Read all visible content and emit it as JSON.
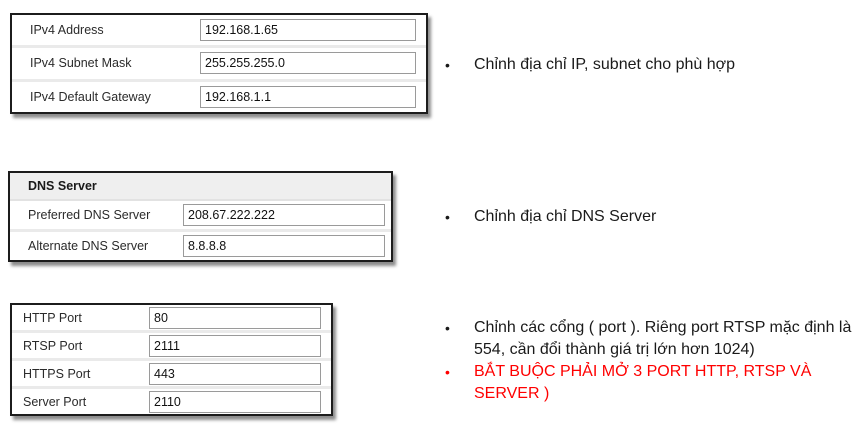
{
  "ui": {
    "bullet_glyph": "•"
  },
  "colors": {
    "warning_text": "#ff0000",
    "panel_border": "#1c1c1c",
    "header_background": "#efefef"
  },
  "panels": {
    "ipv4": {
      "rows": [
        {
          "label": "IPv4 Address",
          "value": "192.168.1.65"
        },
        {
          "label": "IPv4 Subnet Mask",
          "value": "255.255.255.0"
        },
        {
          "label": "IPv4 Default Gateway",
          "value": "192.168.1.1"
        }
      ]
    },
    "dns": {
      "header": "DNS Server",
      "rows": [
        {
          "label": "Preferred DNS Server",
          "value": "208.67.222.222"
        },
        {
          "label": "Alternate DNS Server",
          "value": "8.8.8.8"
        }
      ]
    },
    "ports": {
      "rows": [
        {
          "label": "HTTP Port",
          "value": "80"
        },
        {
          "label": "RTSP Port",
          "value": "2111"
        },
        {
          "label": "HTTPS Port",
          "value": "443"
        },
        {
          "label": "Server Port",
          "value": "2110"
        }
      ]
    }
  },
  "notes": [
    {
      "text": "Chỉnh địa chỉ IP, subnet cho phù hợp"
    },
    {
      "text": "Chỉnh địa chỉ DNS Server"
    },
    {
      "text": "Chỉnh các cổng ( port ). Riêng port RTSP mặc định là 554, cần đổi thành giá trị lớn hơn 1024)"
    },
    {
      "text": "BẮT BUỘC PHẢI MỞ 3 PORT HTTP, RTSP VÀ SERVER )"
    }
  ]
}
